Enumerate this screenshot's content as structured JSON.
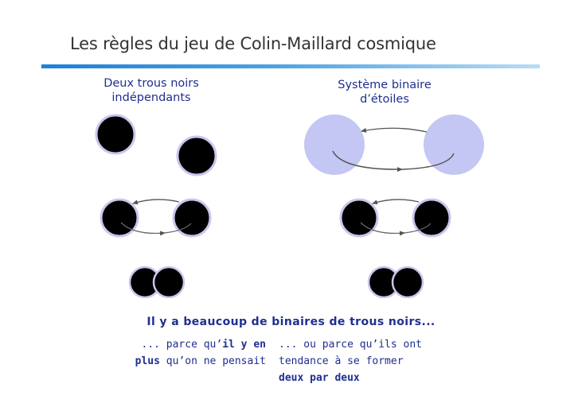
{
  "title": "Les règles du jeu de Colin-Maillard cosmique",
  "left_column": {
    "label_line1": "Deux trous noirs",
    "label_line2": "indépendants"
  },
  "right_column": {
    "label_line1": "Système binaire",
    "label_line2": "d’étoiles"
  },
  "caption": "Il y a beaucoup de binaires de trous noirs...",
  "note_left": {
    "line1_a": "... parce qu’",
    "line1_b": "il y en",
    "line2_a": "plus",
    "line2_b": " qu’on ne pensait"
  },
  "note_right": {
    "line1": "... ou parce qu’ils ont",
    "line2": "tendance à se former",
    "line3": "deux par deux"
  },
  "colors": {
    "black_hole": "#000000",
    "black_hole_ring": "#c9c6ee",
    "star": "#c4c6f3",
    "orbit": "#555555",
    "text_blue": "#1f2f8f"
  }
}
